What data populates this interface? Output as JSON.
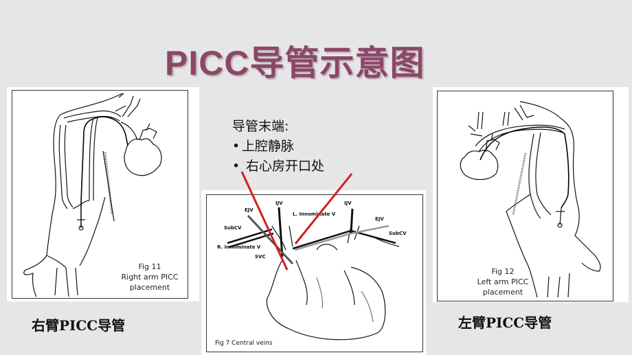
{
  "slide": {
    "title": "PICC导管示意图",
    "background_color": "#e6e6e6",
    "title_color": "#8b4767",
    "annotation_line_color": "#d11f1f"
  },
  "callout": {
    "heading": "导管末端:",
    "bullets": [
      "上腔静脉",
      "右心房开口处"
    ]
  },
  "figures": {
    "left": {
      "caption_lines": [
        "Fig 11",
        "Right arm PICC",
        "placement"
      ],
      "label": "右臂PICC导管"
    },
    "center": {
      "caption": "Fig 7 Central veins",
      "vein_labels": {
        "ejv_left": "EJV",
        "ijv_left": "IJV",
        "l_innominate": "L. Innominate V",
        "ijv_right": "IJV",
        "ejv_right": "EJV",
        "subcv_left": "SubCV",
        "subcv_right": "SubCV",
        "r_innominate": "R. Innominate V",
        "svc": "SVC"
      }
    },
    "right": {
      "caption_lines": [
        "Fig 12",
        "Left arm PICC",
        "placement"
      ],
      "label": "左臂PICC导管"
    }
  }
}
